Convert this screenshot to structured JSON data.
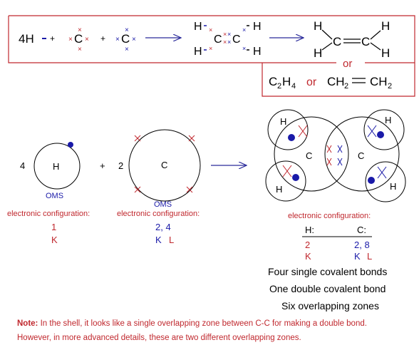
{
  "equation": {
    "h_atom": "4H",
    "plus_1": "+",
    "carbon_1": "C",
    "plus_2": "+",
    "carbon_2": "C",
    "lewis_h": "H",
    "lewis_c": "C",
    "struct_h": "H",
    "struct_c": "C",
    "or_label": "or",
    "formula_c2": "C",
    "formula_c2_sub": "2",
    "formula_h4": "H",
    "formula_h4_sub": "4",
    "formula_or": "or",
    "formula_ch2_left": "CH",
    "formula_ch2_left_sub": "2",
    "formula_ch2_right": "CH",
    "formula_ch2_right_sub": "2"
  },
  "shells": {
    "h_count": "4",
    "h_symbol": "H",
    "h_oms": "OMS",
    "plus": "+",
    "c_count": "2",
    "c_symbol": "C",
    "c_oms": "OMS"
  },
  "config": {
    "h_heading": "electronic configuration:",
    "h_value": "1",
    "h_shell": "K",
    "c_heading": "electronic configuration:",
    "c_value": "2, 4",
    "c_shell_k": "K",
    "c_shell_l": "L",
    "mol_heading": "electronic configuration:",
    "mol_h_label": "H:",
    "mol_c_label": "C:",
    "mol_h_value": "2",
    "mol_h_shell": "K",
    "mol_c_value": "2, 8",
    "mol_c_shell_k": "K",
    "mol_c_shell_l": "L"
  },
  "molecule": {
    "h_label": "H",
    "c_label": "C"
  },
  "summary": {
    "line1": "Four single covalent bonds",
    "line2": "One double covalent bond",
    "line3": "Six overlapping zones"
  },
  "note": {
    "label": "Note:",
    "text": " In the shell, it looks like a single overlapping zone between C-C for making a double bond. However, in more advanced details, these are two different overlapping zones."
  },
  "colors": {
    "red": "#c0282e",
    "blue": "#1a1aa8",
    "navy_arrow": "#2a2a9a",
    "box": "#c0282e"
  }
}
